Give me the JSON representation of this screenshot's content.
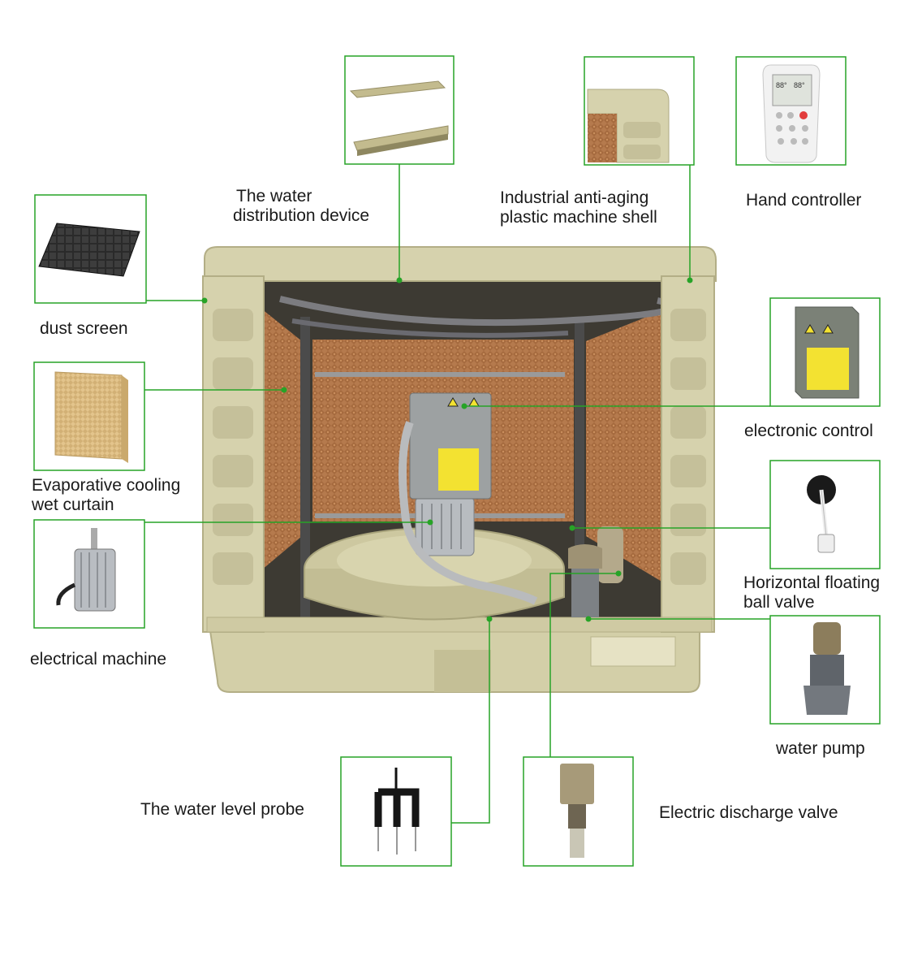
{
  "accent_color": "#27a327",
  "labels": {
    "water_distribution": [
      "The water",
      "distribution device"
    ],
    "machine_shell": [
      "Industrial anti-aging",
      "plastic machine shell"
    ],
    "hand_controller": [
      "Hand controller"
    ],
    "dust_screen": [
      "dust screen"
    ],
    "electronic_control": [
      "electronic control"
    ],
    "wet_curtain": [
      "Evaporative cooling",
      "wet curtain"
    ],
    "electrical_machine": [
      "electrical machine"
    ],
    "floating_ball_valve": [
      "Horizontal floating",
      "ball valve"
    ],
    "water_pump": [
      "water pump"
    ],
    "water_level_probe": [
      "The water level probe"
    ],
    "discharge_valve": [
      "Electric discharge valve"
    ]
  },
  "icons": {
    "controller_screen": [
      "88°",
      "88°"
    ]
  }
}
